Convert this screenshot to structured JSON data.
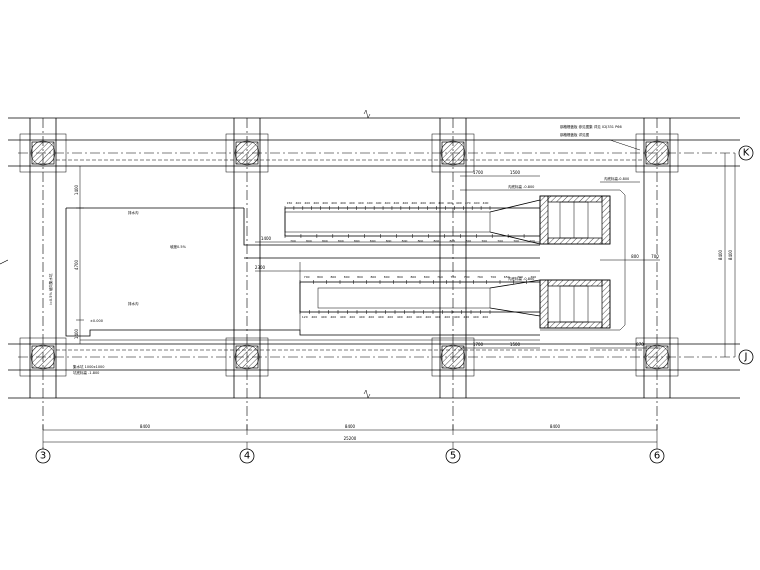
{
  "axes": {
    "columns": [
      "3",
      "4",
      "5",
      "6"
    ],
    "rows": [
      "K",
      "J"
    ]
  },
  "dimensions": {
    "span_3_4": "8400",
    "span_4_5": "8400",
    "span_5_6": "8400",
    "total": "25200",
    "bay_right": "8400",
    "bay_right_inner": "8400",
    "channel_gap_1": "1700",
    "channel_gap_2": "1500",
    "left_run": "1400",
    "lower_run": "2300",
    "side_a": "1400",
    "side_b": "4700",
    "side_c": "1400",
    "right_a": "800",
    "right_b": "700",
    "right_c": "870"
  },
  "upper_channel": {
    "top_spacing": [
      "150",
      "400",
      "400",
      "400",
      "400",
      "400",
      "400",
      "400",
      "400",
      "400",
      "400",
      "400",
      "400",
      "400",
      "400",
      "400",
      "400",
      "400",
      "400",
      "400",
      "470",
      "400",
      "400"
    ],
    "bottom_spacing": [
      "700",
      "800",
      "800",
      "800",
      "800",
      "800",
      "800",
      "800",
      "800",
      "800",
      "800",
      "700",
      "700",
      "700",
      "700",
      "700"
    ]
  },
  "lower_channel": {
    "top_spacing": [
      "700",
      "800",
      "800",
      "800",
      "800",
      "800",
      "800",
      "800",
      "800",
      "800",
      "760",
      "700",
      "700",
      "760",
      "700",
      "650",
      "700",
      "700"
    ],
    "bottom_spacing": [
      "120",
      "400",
      "400",
      "400",
      "400",
      "400",
      "400",
      "400",
      "400",
      "400",
      "400",
      "400",
      "400",
      "400",
      "400",
      "400",
      "400",
      "400",
      "400",
      "400"
    ]
  },
  "notes": {
    "top_right_line1": "钢格栅盖板 参见图集 详见 02J331 P66",
    "top_right_line2": "钢格栅盖板 详见图",
    "right_label": "沟底标高-0.800",
    "mid_label_1": "沟底标高 -0.800",
    "mid_label_2": "沟底标高 -0.800",
    "left_label": "坡度0.5%",
    "left_vertical": "i=0.5% 坡向集水坑",
    "bottom_left_1": "集水坑 1000x1000",
    "bottom_left_2": "坑底标高 -1.800",
    "small_1": "排水沟",
    "small_2": "排水沟",
    "mid_tag": "±0.000"
  }
}
